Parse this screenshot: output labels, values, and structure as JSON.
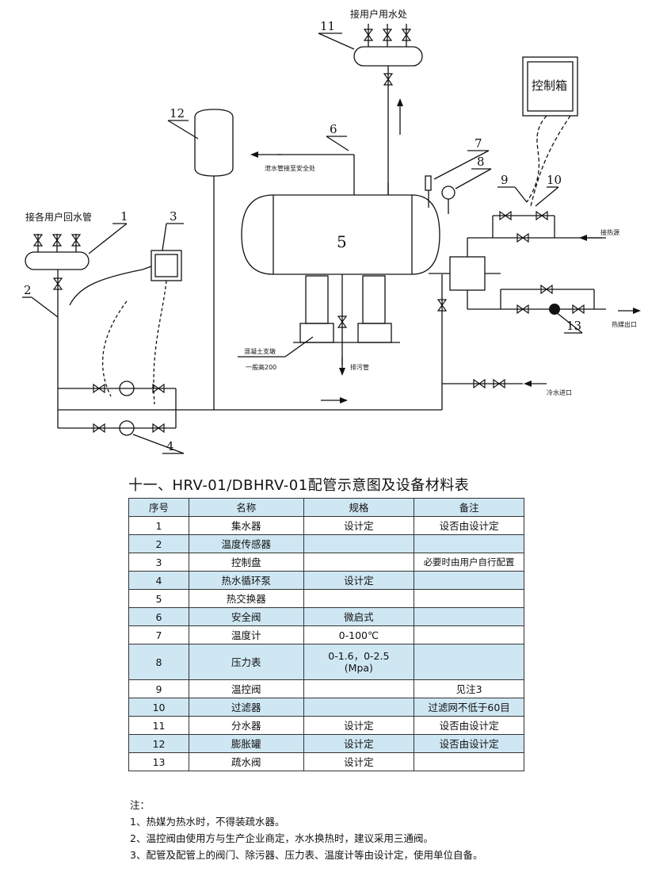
{
  "diagram": {
    "labels": {
      "user_water": "接用户用水处",
      "control_box": "控制箱",
      "return_pipe": "接各用户回水管",
      "drain_safety": "泄水管接至安全处",
      "heat_source": "接热源",
      "concrete_1": "混凝土支墩",
      "concrete_2": "一般高200",
      "sewage": "排污管",
      "cold_water_in": "冷水进口",
      "heat_medium_out": "热媒出口",
      "vessel": "5"
    },
    "callouts": [
      "1",
      "2",
      "3",
      "4",
      "6",
      "7",
      "8",
      "9",
      "10",
      "11",
      "12",
      "13"
    ]
  },
  "title": "十一、HRV-01/DBHRV-01配管示意图及设备材料表",
  "table": {
    "headers": [
      "序号",
      "名称",
      "规格",
      "备注"
    ],
    "rows": [
      {
        "no": "1",
        "name": "集水器",
        "spec": "设计定",
        "note": "设否由设计定"
      },
      {
        "no": "2",
        "name": "温度传感器",
        "spec": "",
        "note": ""
      },
      {
        "no": "3",
        "name": "控制盘",
        "spec": "",
        "note": "必要时由用户自行配置"
      },
      {
        "no": "4",
        "name": "热水循环泵",
        "spec": "设计定",
        "note": ""
      },
      {
        "no": "5",
        "name": "热交换器",
        "spec": "",
        "note": ""
      },
      {
        "no": "6",
        "name": "安全阀",
        "spec": "微启式",
        "note": ""
      },
      {
        "no": "7",
        "name": "温度计",
        "spec": "0-100℃",
        "note": ""
      },
      {
        "no": "8",
        "name": "压力表",
        "spec": "0-1.6，0-2.5",
        "spec2": "(Mpa)",
        "note": ""
      },
      {
        "no": "9",
        "name": "温控阀",
        "spec": "",
        "note": "见注3"
      },
      {
        "no": "10",
        "name": "过滤器",
        "spec": "",
        "note": "过滤网不低于60目"
      },
      {
        "no": "11",
        "name": "分水器",
        "spec": "设计定",
        "note": "设否由设计定"
      },
      {
        "no": "12",
        "name": "膨胀罐",
        "spec": "设计定",
        "note": "设否由设计定"
      },
      {
        "no": "13",
        "name": "疏水阀",
        "spec": "设计定",
        "note": ""
      }
    ]
  },
  "notes": {
    "heading": "注：",
    "items": [
      "1、热媒为热水时，不得装疏水器。",
      "2、温控阀由使用方与生产企业商定，水水换热时，建议采用三通阀。",
      "3、配管及配管上的阀门、除污器、压力表、温度计等由设计定，使用单位自备。"
    ]
  }
}
